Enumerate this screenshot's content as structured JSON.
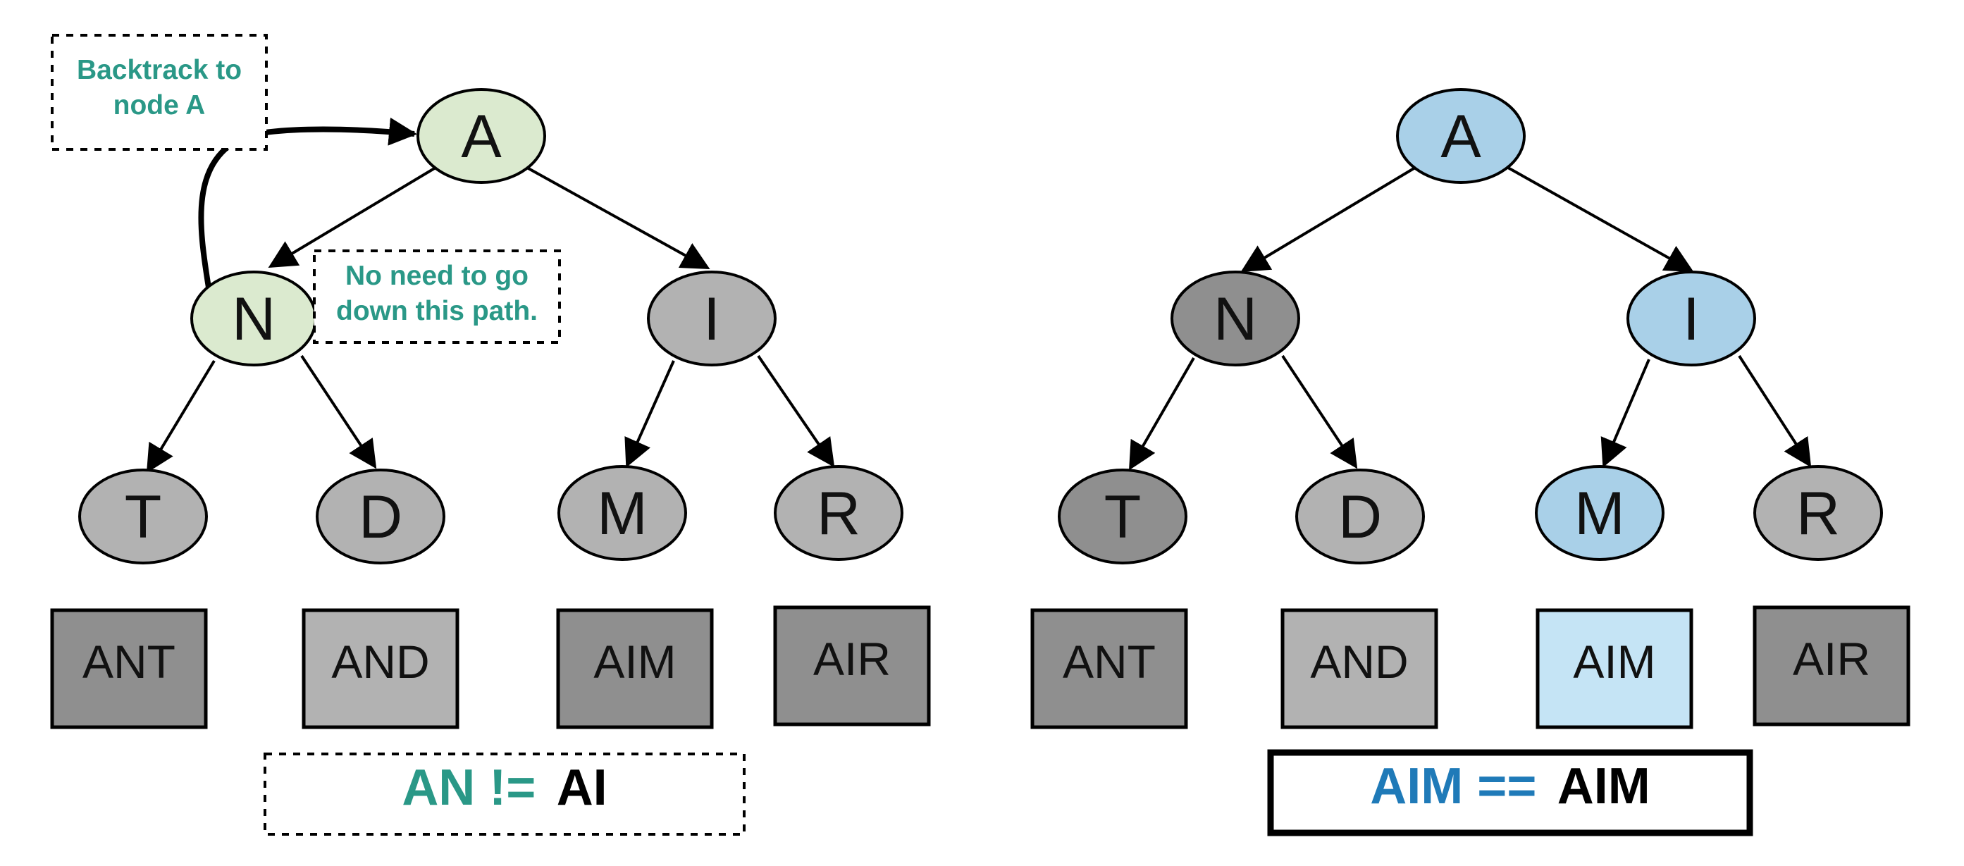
{
  "colors": {
    "green_fill": "#dbeacf",
    "blue_fill": "#a9d0e8",
    "light_blue_fill": "#c5e4f5",
    "gray_fill": "#b2b2b2",
    "dark_gray_fill": "#8f8f8f",
    "teal_text": "#2a9887",
    "blue_text": "#1f7ab8",
    "black": "#000000"
  },
  "left_tree": {
    "nodes": {
      "root": "A",
      "n": "N",
      "i": "I",
      "t": "T",
      "d": "D",
      "m": "M",
      "r": "R"
    },
    "leaves": [
      "ANT",
      "AND",
      "AIM",
      "AIR"
    ],
    "note_backtrack_line1": "Backtrack to",
    "note_backtrack_line2": "node A",
    "note_path_line1": "No need to go",
    "note_path_line2": "down this path.",
    "comparison_colored": "AN !=",
    "comparison_plain": "AI"
  },
  "right_tree": {
    "nodes": {
      "root": "A",
      "n": "N",
      "i": "I",
      "t": "T",
      "d": "D",
      "m": "M",
      "r": "R"
    },
    "leaves": [
      "ANT",
      "AND",
      "AIM",
      "AIR"
    ],
    "comparison_colored": "AIM ==",
    "comparison_plain": "AIM"
  }
}
